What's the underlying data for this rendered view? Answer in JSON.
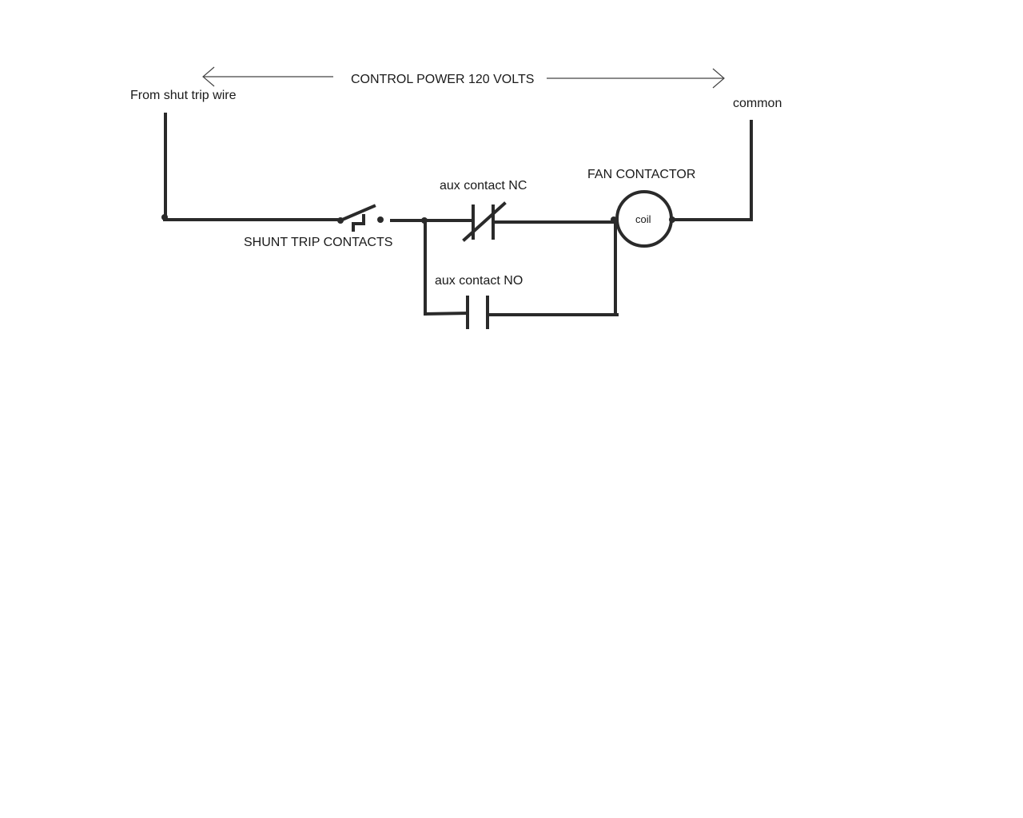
{
  "labels": {
    "control_power": "CONTROL POWER 120 VOLTS",
    "from_wire": "From shut trip wire",
    "common": "common",
    "shunt_trip": "SHUNT TRIP CONTACTS",
    "aux_nc": "aux contact NC",
    "aux_no": "aux contact NO",
    "fan_contactor": "FAN CONTACTOR",
    "coil": "coil"
  },
  "colors": {
    "wire": "#2a2a2a",
    "text": "#1a1a1a",
    "background": "#ffffff"
  }
}
